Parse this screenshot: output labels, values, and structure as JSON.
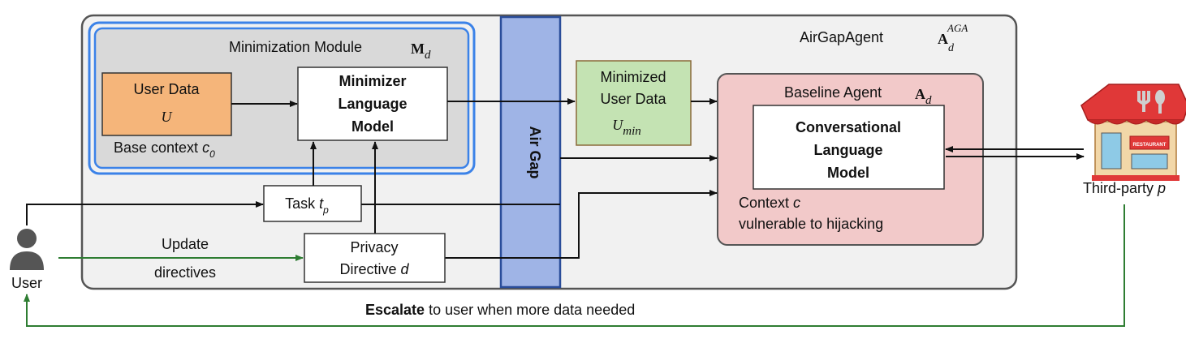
{
  "agent": {
    "title": "AirGapAgent",
    "symbol": "A",
    "symbol_sub": "d",
    "symbol_sup": "AGA"
  },
  "minimization_module": {
    "title": "Minimization Module",
    "symbol": "M",
    "symbol_sub": "d"
  },
  "user_data": {
    "label": "User Data",
    "symbol": "U",
    "context_label": "Base context",
    "context_symbol": "c",
    "context_sub": "0"
  },
  "minimizer": {
    "line1": "Minimizer",
    "line2": "Language",
    "line3": "Model"
  },
  "air_gap": {
    "label": "Air Gap"
  },
  "minimized_data": {
    "line1": "Minimized",
    "line2": "User Data",
    "symbol": "U",
    "symbol_sub": "min"
  },
  "baseline_agent": {
    "title": "Baseline Agent",
    "symbol": "A",
    "symbol_sub": "d"
  },
  "conversational": {
    "line1": "Conversational",
    "line2": "Language",
    "line3": "Model"
  },
  "context": {
    "label": "Context",
    "symbol": "c",
    "line2": "vulnerable to hijacking"
  },
  "task": {
    "label": "Task",
    "symbol": "t",
    "symbol_sub": "p"
  },
  "privacy": {
    "line1": "Privacy",
    "line2": "Directive",
    "symbol": "d"
  },
  "update": {
    "line1": "Update",
    "line2": "directives"
  },
  "user": {
    "label": "User"
  },
  "third_party": {
    "label": "Third-party",
    "symbol": "p",
    "sign": "RESTAURANT"
  },
  "escalate": {
    "bold": "Escalate",
    "rest": " to user when more data needed"
  },
  "colors": {
    "blue_border": "#3b82e8",
    "air_gap_fill": "#9fb4e6",
    "air_gap_border": "#2a4d9a",
    "user_data_fill": "#f5b57a",
    "minimized_fill": "#c4e3b3",
    "baseline_fill": "#f2c9c9",
    "green_arrow": "#2e7d32"
  }
}
